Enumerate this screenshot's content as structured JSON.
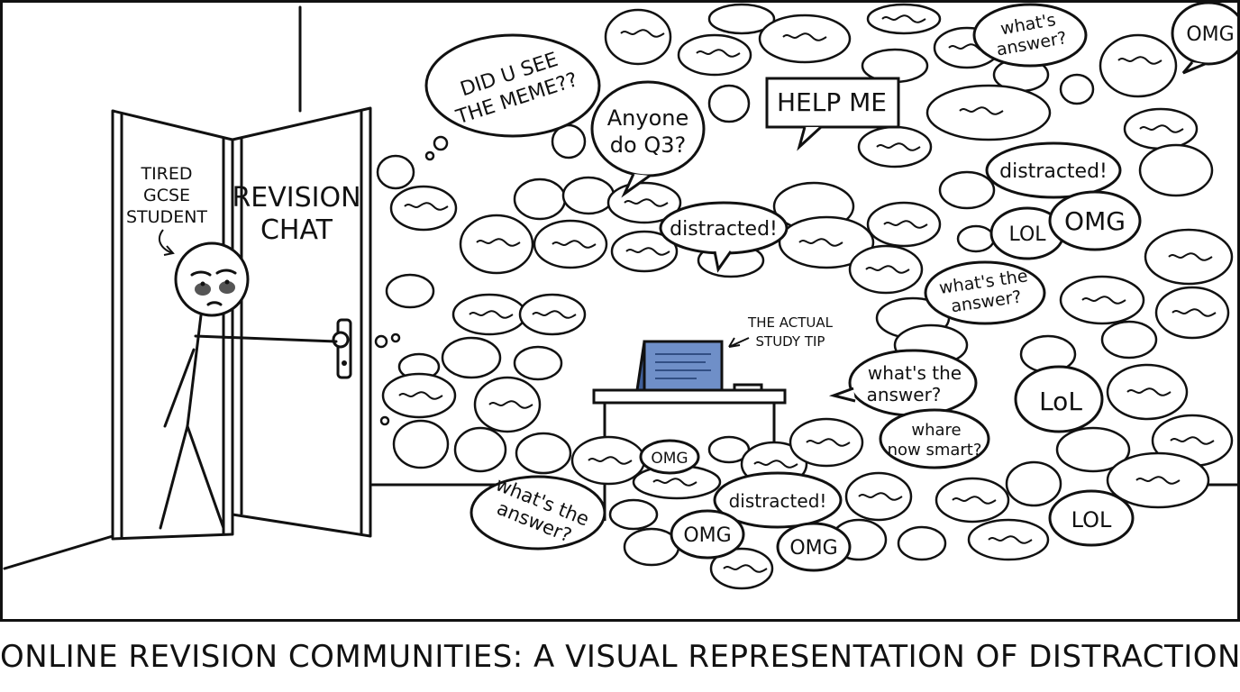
{
  "labels": {
    "student": [
      "TIRED",
      "GCSE",
      "STUDENT"
    ],
    "door": [
      "REVISION",
      "CHAT"
    ],
    "study_tip": [
      "THE ACTUAL",
      "STUDY TIP"
    ]
  },
  "bubbles": {
    "meme": [
      "DID U SEE",
      "THE MEME??"
    ],
    "anyone": [
      "Anyone",
      "do Q3?"
    ],
    "help": "HELP ME",
    "whats_answer_top": [
      "what's",
      "answer?"
    ],
    "omg_corner": "OMG",
    "distracted_right": "distracted!",
    "distracted_center": "distracted!",
    "lol_right": "LOL",
    "omg_right": "OMG",
    "whats_the_answer_right": [
      "what's the",
      "answer?"
    ],
    "whats_the_answer_mid": [
      "what's the",
      "answer?"
    ],
    "lol_mid": "LoL",
    "whare": [
      "whare",
      "now smart?"
    ],
    "lol_bottom": "LOL",
    "omg_small": "OMG",
    "whats_the_answer_bottom": [
      "what's the",
      "answer?"
    ],
    "distracted_bottom": "distracted!",
    "omg_bottom_1": "OMG",
    "omg_bottom_2": "OMG"
  },
  "caption": "ONLINE REVISION COMMUNITIES: A VISUAL REPRESENTATION OF DISTRACTION",
  "colors": {
    "ink": "#111111",
    "laptop": "#6f8fc8",
    "laptop_dark": "#3f5f9a"
  }
}
